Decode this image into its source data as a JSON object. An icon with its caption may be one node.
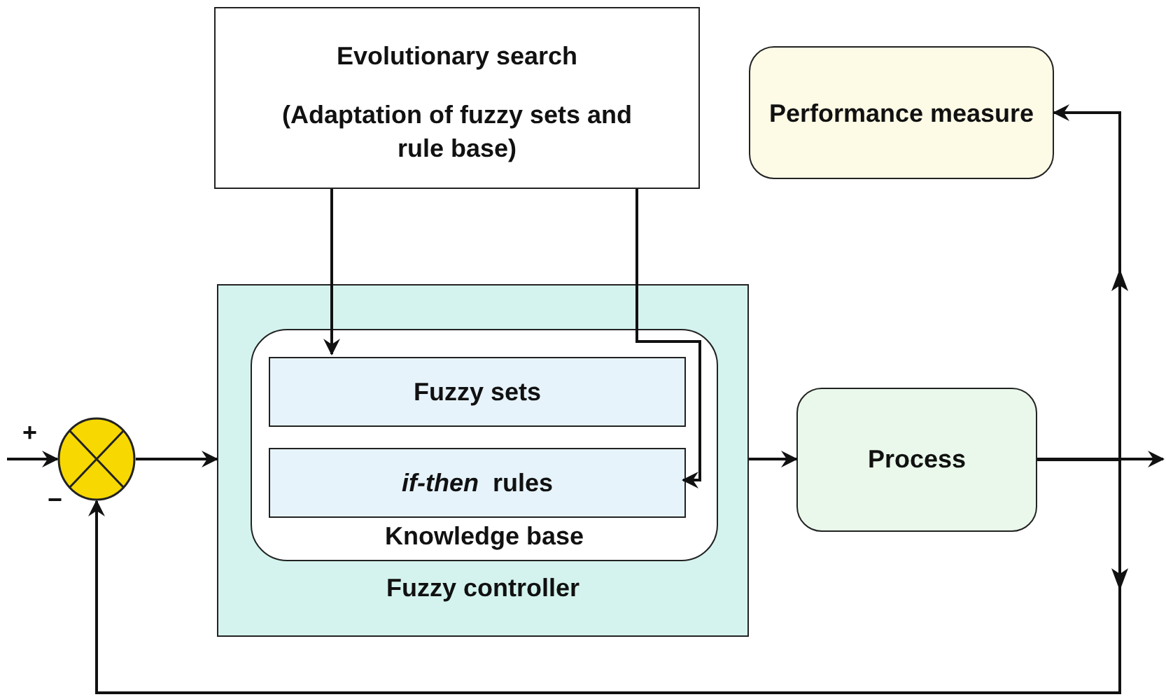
{
  "diagram": {
    "nodes": [
      {
        "text": [
          "Evolutionary search",
          "(Adaptation of fuzzy sets and rule base)"
        ]
      },
      {
        "text": [
          "Performance measure"
        ]
      },
      {
        "text": [
          "Fuzzy controller"
        ]
      },
      {
        "text": [
          "Knowledge base"
        ],
        "in": 2
      },
      {
        "text": [
          "Fuzzy sets"
        ],
        "in": 3
      },
      {
        "text": [
          "*if-then*  rules"
        ],
        "in": 3
      },
      {
        "text": [
          "Process"
        ]
      },
      {
        "text": [],
        "shape": "circle"
      }
    ],
    "edges": [
      {
        "from": null,
        "to": 7,
        "arrow": "to"
      },
      {
        "from": 7,
        "to": 2,
        "arrow": "to"
      },
      {
        "from": 2,
        "to": 6,
        "arrow": "to"
      },
      {
        "from": 6,
        "to": null,
        "arrow": "to"
      },
      {
        "from": 6,
        "to": 1,
        "arrow": "to"
      },
      {
        "from": 6,
        "to": 7,
        "arrow": "to"
      },
      {
        "from": 0,
        "to": 4,
        "arrow": "to"
      },
      {
        "from": 0,
        "to": 5,
        "arrow": "to"
      }
    ],
    "labels": [
      "+",
      "−"
    ]
  }
}
